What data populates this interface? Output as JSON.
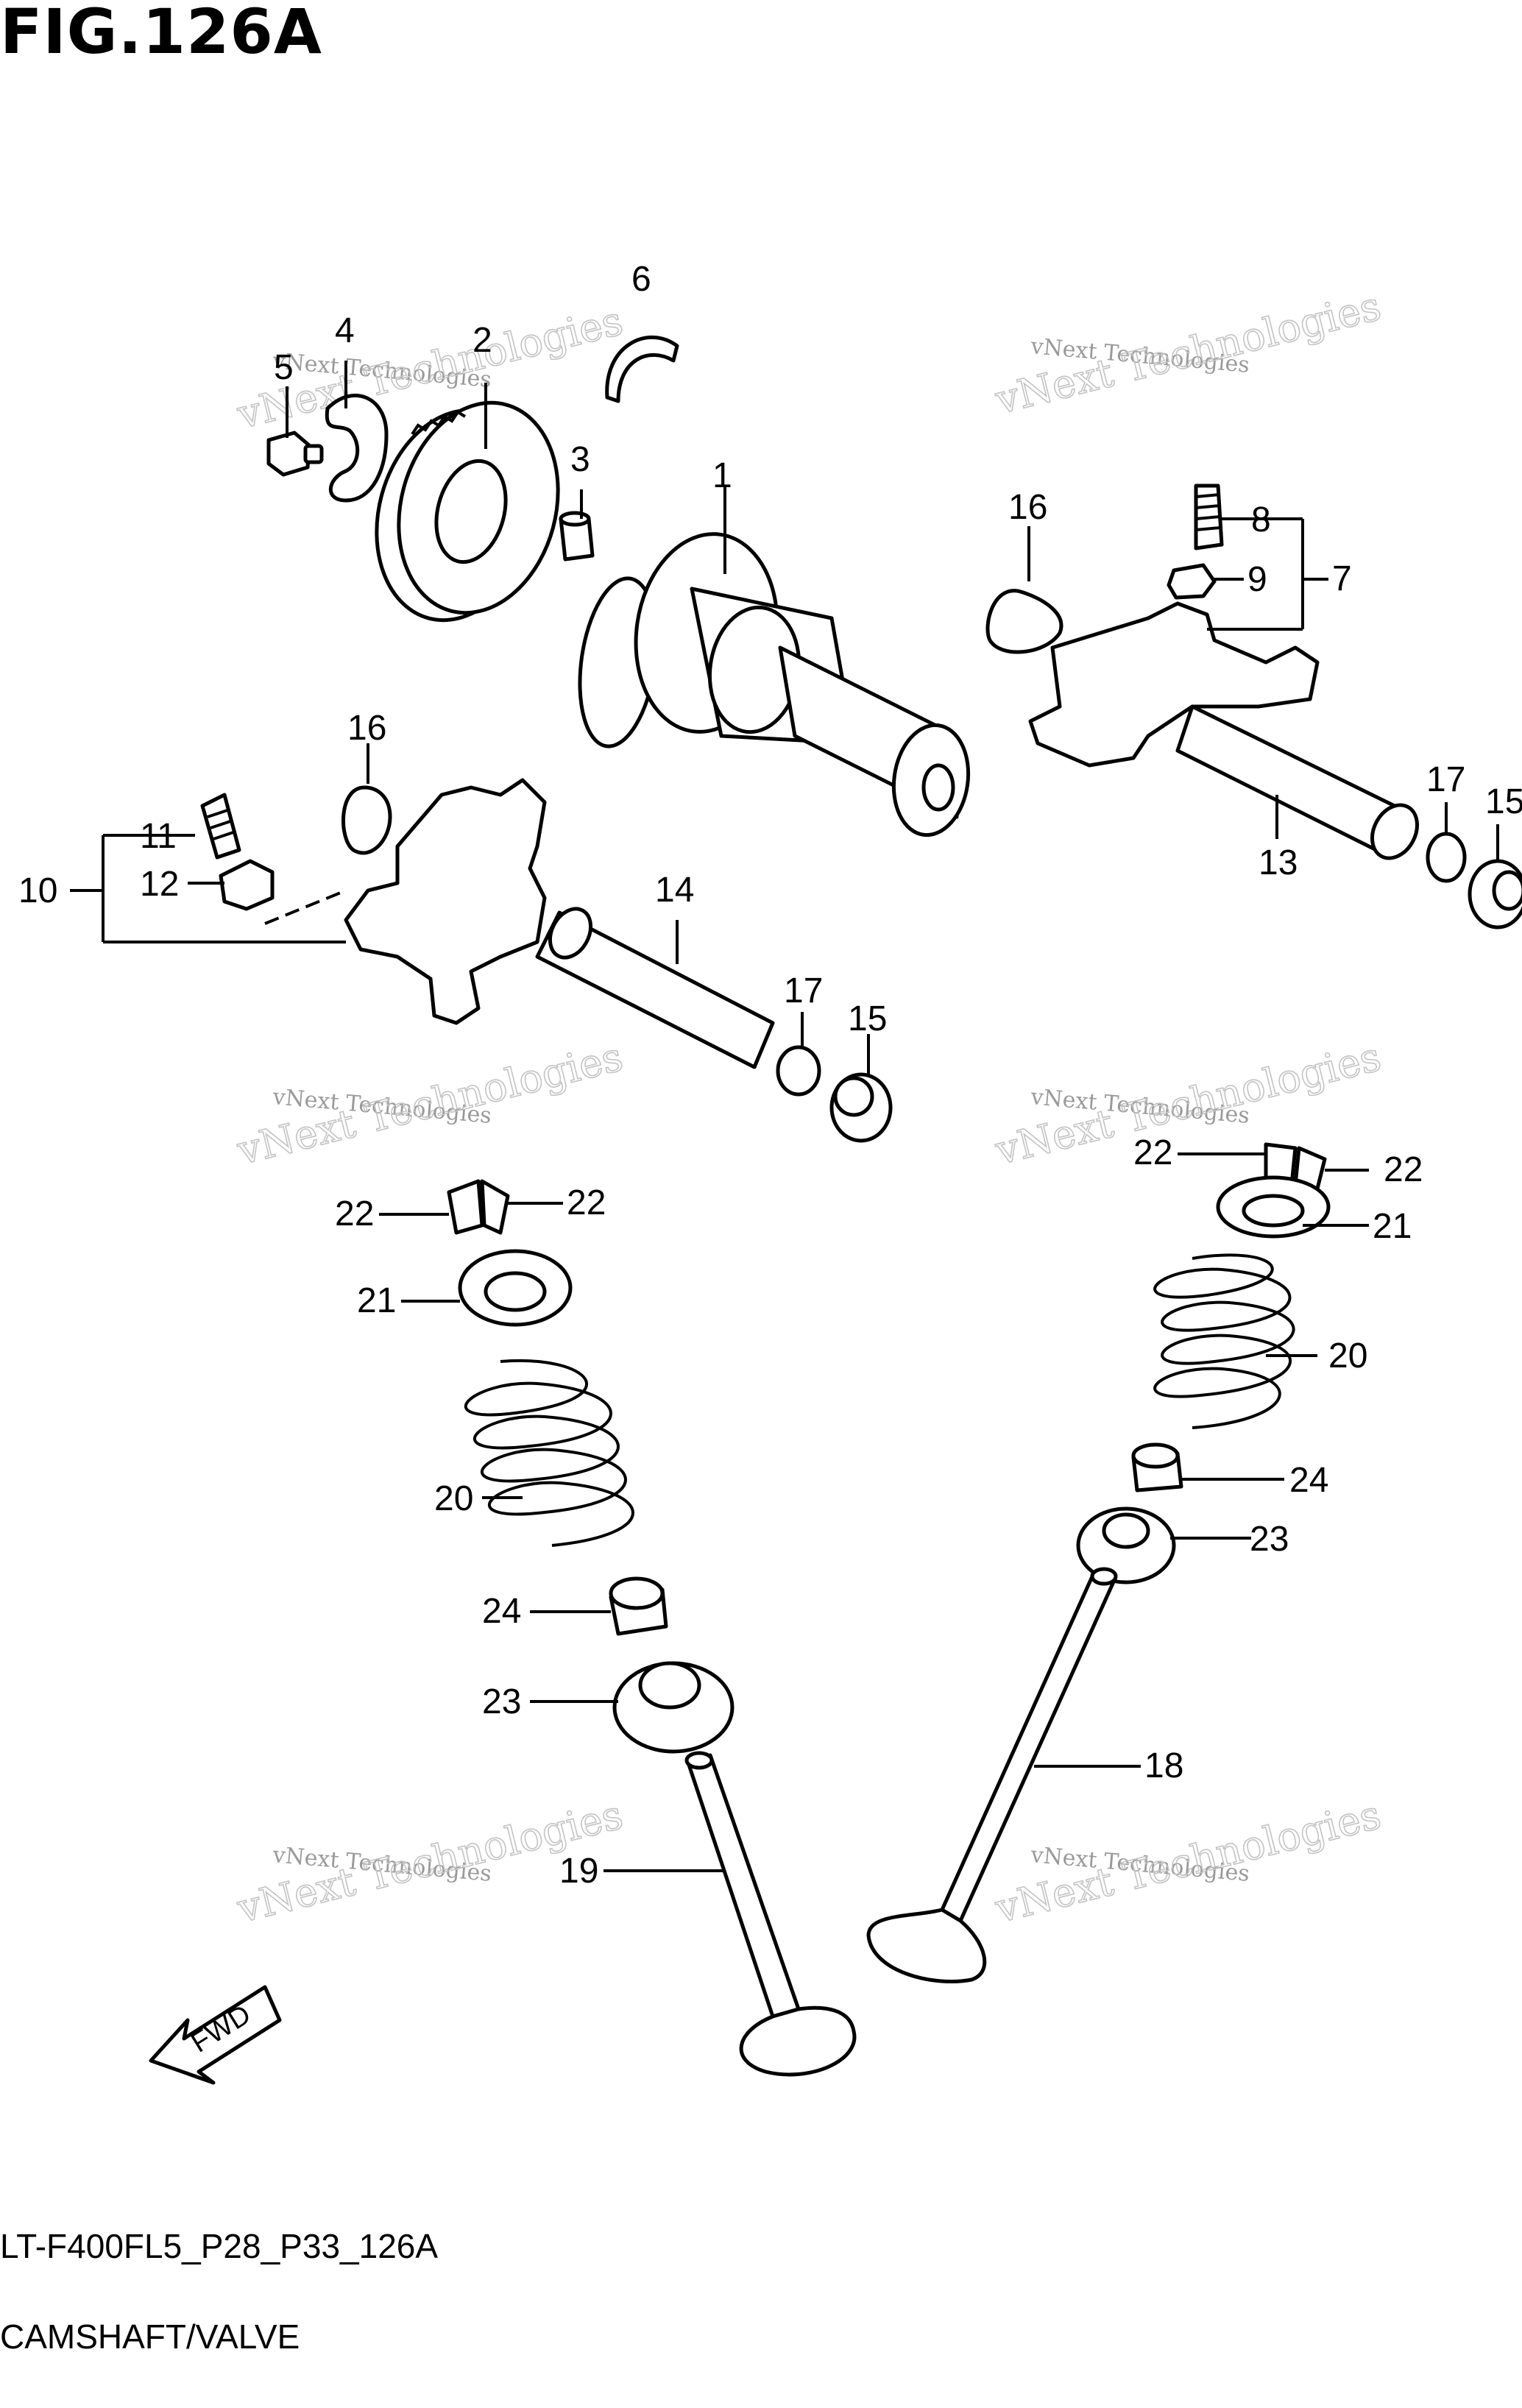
{
  "figure": {
    "title": "FIG.126A",
    "code": "LT-F400FL5_P28_P33_126A",
    "description": "CAMSHAFT/VALVE",
    "fwd_label": "FWD"
  },
  "watermark": {
    "line1": "vNext Technologies",
    "line2": "vNext Technologies"
  },
  "callouts": [
    {
      "id": "c1",
      "label": "1"
    },
    {
      "id": "c2",
      "label": "2"
    },
    {
      "id": "c3",
      "label": "3"
    },
    {
      "id": "c4",
      "label": "4"
    },
    {
      "id": "c5",
      "label": "5"
    },
    {
      "id": "c6",
      "label": "6"
    },
    {
      "id": "c7",
      "label": "7"
    },
    {
      "id": "c8",
      "label": "8"
    },
    {
      "id": "c9",
      "label": "9"
    },
    {
      "id": "c10",
      "label": "10"
    },
    {
      "id": "c11",
      "label": "11"
    },
    {
      "id": "c12",
      "label": "12"
    },
    {
      "id": "c13",
      "label": "13"
    },
    {
      "id": "c14",
      "label": "14"
    },
    {
      "id": "c15a",
      "label": "15"
    },
    {
      "id": "c15b",
      "label": "15"
    },
    {
      "id": "c16a",
      "label": "16"
    },
    {
      "id": "c16b",
      "label": "16"
    },
    {
      "id": "c17a",
      "label": "17"
    },
    {
      "id": "c17b",
      "label": "17"
    },
    {
      "id": "c18",
      "label": "18"
    },
    {
      "id": "c19",
      "label": "19"
    },
    {
      "id": "c20a",
      "label": "20"
    },
    {
      "id": "c20b",
      "label": "20"
    },
    {
      "id": "c21a",
      "label": "21"
    },
    {
      "id": "c21b",
      "label": "21"
    },
    {
      "id": "c22a",
      "label": "22"
    },
    {
      "id": "c22b",
      "label": "22"
    },
    {
      "id": "c22c",
      "label": "22"
    },
    {
      "id": "c22d",
      "label": "22"
    },
    {
      "id": "c23a",
      "label": "23"
    },
    {
      "id": "c23b",
      "label": "23"
    },
    {
      "id": "c24a",
      "label": "24"
    },
    {
      "id": "c24b",
      "label": "24"
    }
  ]
}
